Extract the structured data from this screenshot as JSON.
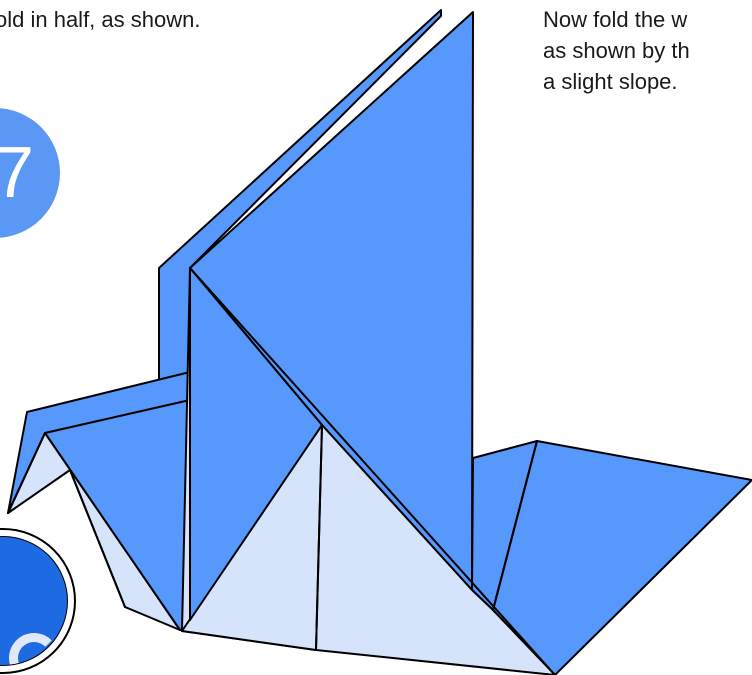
{
  "instructions": {
    "left": "old in half, as shown.",
    "right_line1": "Now fold the w",
    "right_line2": "as shown by th",
    "right_line3": "a slight slope."
  },
  "step_badge": {
    "number": "7",
    "color": "#5b97f5"
  },
  "next_badge": {
    "color": "#1e6ae3"
  },
  "colors": {
    "paper_dark": "#5698fb",
    "paper_light": "#d6e4fb",
    "outline": "#000000"
  }
}
